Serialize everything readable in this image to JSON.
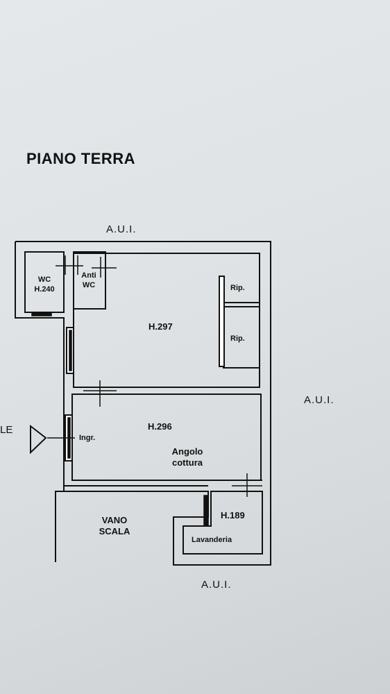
{
  "title": "PIANO TERRA",
  "neighbors": {
    "top": "A.U.I.",
    "right": "A.U.I.",
    "bottom": "A.U.I."
  },
  "edge_fragment": "LE",
  "rooms": {
    "wc_name": "WC",
    "wc_height": "H.240",
    "antiwc_line1": "Anti",
    "antiwc_line2": "WC",
    "main_height": "H.297",
    "rip1": "Rip.",
    "rip2": "Rip.",
    "living_height": "H.296",
    "kitchen_line1": "Angolo",
    "kitchen_line2": "cottura",
    "entrance": "Ingr.",
    "laundry_height": "H.189",
    "laundry": "Lavanderia",
    "stair_line1": "VANO",
    "stair_line2": "SCALA"
  },
  "colors": {
    "paper": "#dfe3e5",
    "ink": "#111111"
  }
}
